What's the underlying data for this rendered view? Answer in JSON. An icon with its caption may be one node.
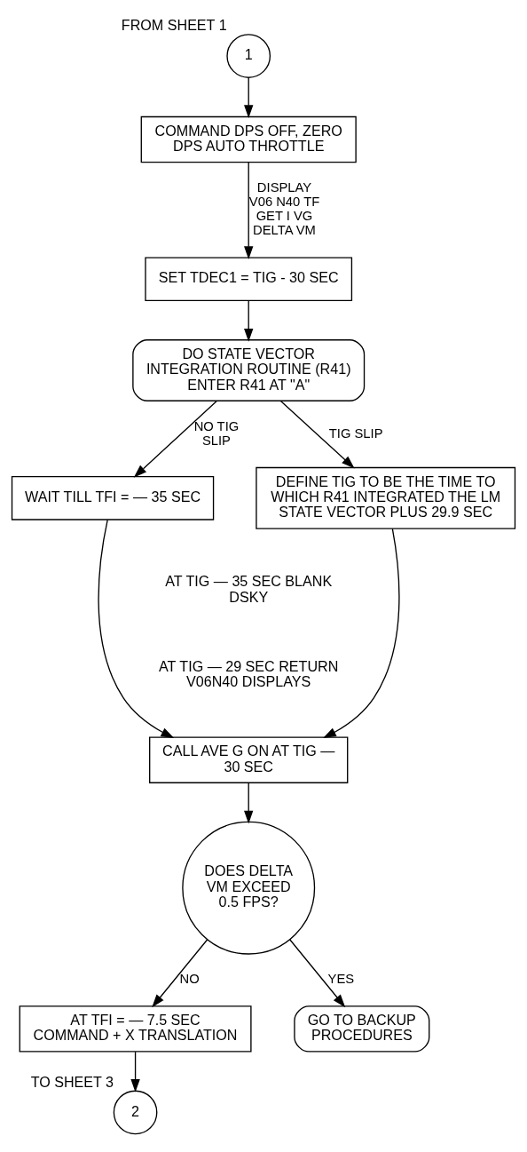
{
  "diagram": {
    "nodes": [
      {
        "text": [
          "1"
        ],
        "beside": [
          "FROM SHEET 1"
        ]
      },
      {
        "text": [
          "COMMAND DPS OFF, ZERO DPS AUTO THROTTLE"
        ]
      },
      {
        "text": [
          "SET TDEC1 = TIG - 30 SEC"
        ]
      },
      {
        "text": [
          "DO STATE VECTOR INTEGRATION ROUTINE (R41) ENTER R41 AT \"A\""
        ]
      },
      {
        "text": [
          "WAIT TILL TFI = — 35 SEC"
        ]
      },
      {
        "text": [
          "DEFINE TIG TO BE THE TIME TO WHICH R41 INTEGRATED THE LM STATE VECTOR PLUS 29.9 SEC"
        ]
      },
      {
        "text": [
          "CALL AVE G ON AT TIG — 30 SEC"
        ]
      },
      {
        "text": [
          "DOES DELTA VM EXCEED 0.5 FPS?"
        ]
      },
      {
        "text": [
          "AT TFI = — 7.5 SEC COMMAND + X TRANSLATION"
        ]
      },
      {
        "text": [
          "GO TO BACKUP PROCEDURES"
        ]
      },
      {
        "text": [
          "2"
        ],
        "beside": [
          "TO SHEET 3"
        ]
      }
    ],
    "edges": [
      {
        "from": 0,
        "to": 1,
        "arrow": "to"
      },
      {
        "from": 1,
        "to": 2,
        "arrow": "to",
        "label": "DISPLAY V06 N40 TF GET I VG DELTA VM"
      },
      {
        "from": 2,
        "to": 3,
        "arrow": "to"
      },
      {
        "from": 3,
        "to": 4,
        "arrow": "to",
        "label": "NO TIG SLIP"
      },
      {
        "from": 3,
        "to": 5,
        "arrow": "to",
        "label": "TIG SLIP"
      },
      {
        "from": 4,
        "to": 6,
        "arrow": "to"
      },
      {
        "from": 5,
        "to": 6,
        "arrow": "to"
      },
      {
        "from": 6,
        "to": 7,
        "arrow": "to"
      },
      {
        "from": 7,
        "to": 8,
        "arrow": "to",
        "label": "NO"
      },
      {
        "from": 7,
        "to": 9,
        "arrow": "to",
        "label": "YES"
      },
      {
        "from": 8,
        "to": 10,
        "arrow": "to"
      }
    ],
    "labels": [
      "AT TIG — 35 SEC BLANK DSKY",
      "AT TIG — 29 SEC RETURN V06N40 DISPLAYS"
    ]
  }
}
